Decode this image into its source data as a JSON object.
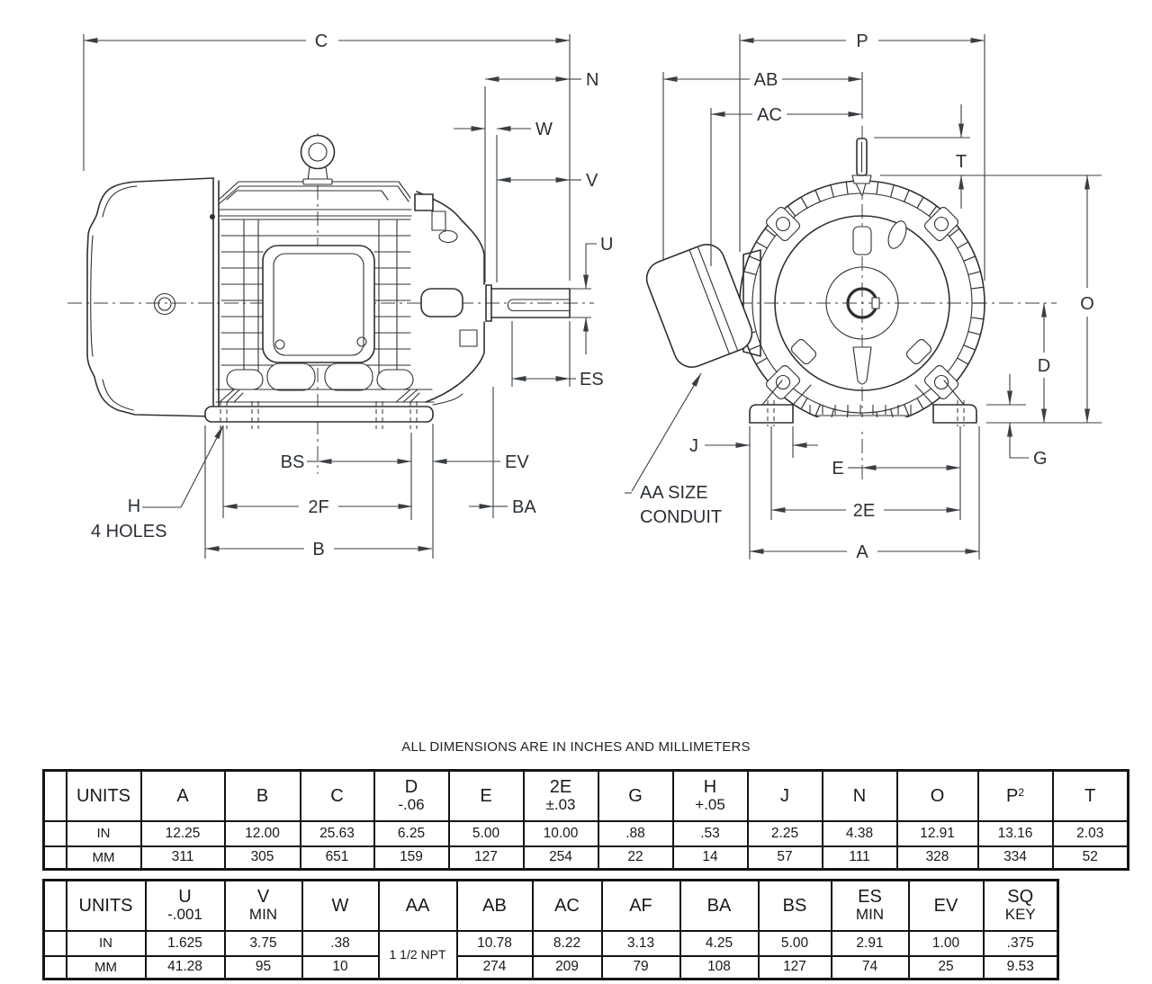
{
  "note": "ALL DIMENSIONS ARE IN INCHES AND MILLIMETERS",
  "side_view": {
    "labels": {
      "c": "C",
      "n": "N",
      "w": "W",
      "v": "V",
      "u": "U",
      "es": "ES",
      "bs": "BS",
      "ev": "EV",
      "f2": "2F",
      "ba": "BA",
      "b": "B",
      "h": "H",
      "holes": "4 HOLES"
    }
  },
  "end_view": {
    "labels": {
      "p": "P",
      "ab": "AB",
      "ac": "AC",
      "t": "T",
      "o": "O",
      "d": "D",
      "g": "G",
      "j": "J",
      "e": "E",
      "e2": "2E",
      "a": "A",
      "aa_line1": "AA SIZE",
      "aa_line2": "CONDUIT"
    }
  },
  "tables": [
    {
      "name": "primary-dimensions",
      "units_header": "UNITS",
      "unit_rows": [
        "IN",
        "MM"
      ],
      "columns": [
        {
          "label": "A",
          "in": "12.25",
          "mm": "311"
        },
        {
          "label": "B",
          "in": "12.00",
          "mm": "305"
        },
        {
          "label": "C",
          "in": "25.63",
          "mm": "651"
        },
        {
          "label": "D",
          "sub": "-.06",
          "in": "6.25",
          "mm": "159"
        },
        {
          "label": "E",
          "in": "5.00",
          "mm": "127"
        },
        {
          "label": "2E",
          "sub": "±.03",
          "in": "10.00",
          "mm": "254"
        },
        {
          "label": "G",
          "in": ".88",
          "mm": "22"
        },
        {
          "label": "H",
          "sub": "+.05",
          "in": ".53",
          "mm": "14"
        },
        {
          "label": "J",
          "in": "2.25",
          "mm": "57"
        },
        {
          "label": "N",
          "in": "4.38",
          "mm": "111"
        },
        {
          "label": "O",
          "in": "12.91",
          "mm": "328"
        },
        {
          "label": "P",
          "sup": "2",
          "in": "13.16",
          "mm": "334"
        },
        {
          "label": "T",
          "in": "2.03",
          "mm": "52"
        }
      ]
    },
    {
      "name": "secondary-dimensions",
      "units_header": "UNITS",
      "unit_rows": [
        "IN",
        "MM"
      ],
      "columns": [
        {
          "label": "U",
          "sub": "-.001",
          "in": "1.625",
          "mm": "41.28"
        },
        {
          "label": "V",
          "sub": "MIN",
          "in": "3.75",
          "mm": "95"
        },
        {
          "label": "W",
          "in": ".38",
          "mm": "10"
        },
        {
          "label": "AA",
          "span": "1 1/2 NPT"
        },
        {
          "label": "AB",
          "in": "10.78",
          "mm": "274"
        },
        {
          "label": "AC",
          "in": "8.22",
          "mm": "209"
        },
        {
          "label": "AF",
          "in": "3.13",
          "mm": "79"
        },
        {
          "label": "BA",
          "in": "4.25",
          "mm": "108"
        },
        {
          "label": "BS",
          "in": "5.00",
          "mm": "127"
        },
        {
          "label": "ES",
          "sub": "MIN",
          "in": "2.91",
          "mm": "74"
        },
        {
          "label": "EV",
          "in": "1.00",
          "mm": "25"
        },
        {
          "label": "SQ",
          "sub": "KEY",
          "in": ".375",
          "mm": "9.53"
        }
      ]
    }
  ]
}
